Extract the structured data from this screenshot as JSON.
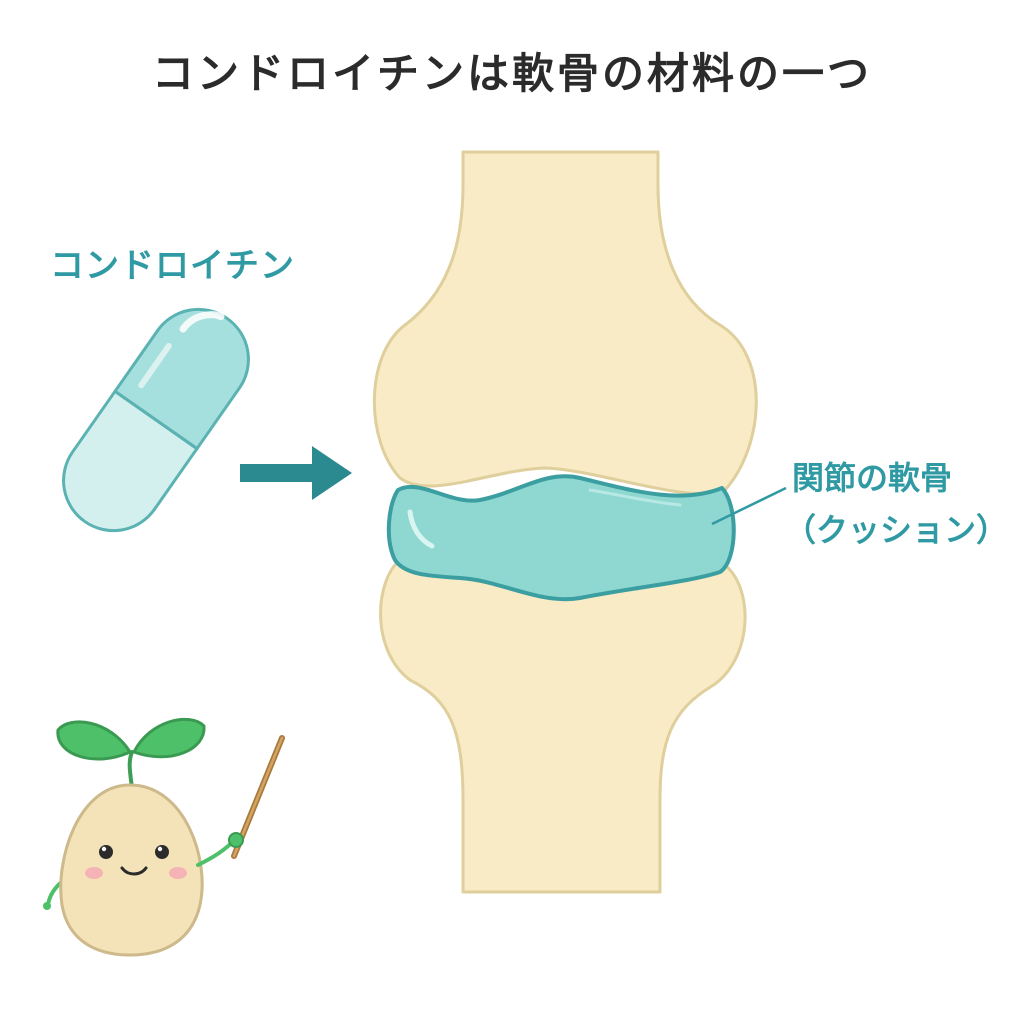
{
  "title": "コンドロイチンは軟骨の材料の一つ",
  "capsule_label": "コンドロイチン",
  "cartilage_label": {
    "line1": "関節の軟骨",
    "line2": "（クッション）"
  },
  "colors": {
    "accent": "#2f9aa3",
    "arrow": "#2b8a8f",
    "bone_fill": "#f8ebc6",
    "bone_stroke": "#dfcf9c",
    "cartilage_fill": "#8fd8d2",
    "cartilage_stroke": "#3b9ea0",
    "capsule_top": "#a6e0de",
    "capsule_bottom": "#d3f0ee",
    "leaf": "#4ec06a",
    "mascot_body": "#f4e3b8"
  },
  "icons": [
    "capsule-icon",
    "arrow-right-icon",
    "sprout-mascot-icon",
    "pointer-stick-icon"
  ]
}
